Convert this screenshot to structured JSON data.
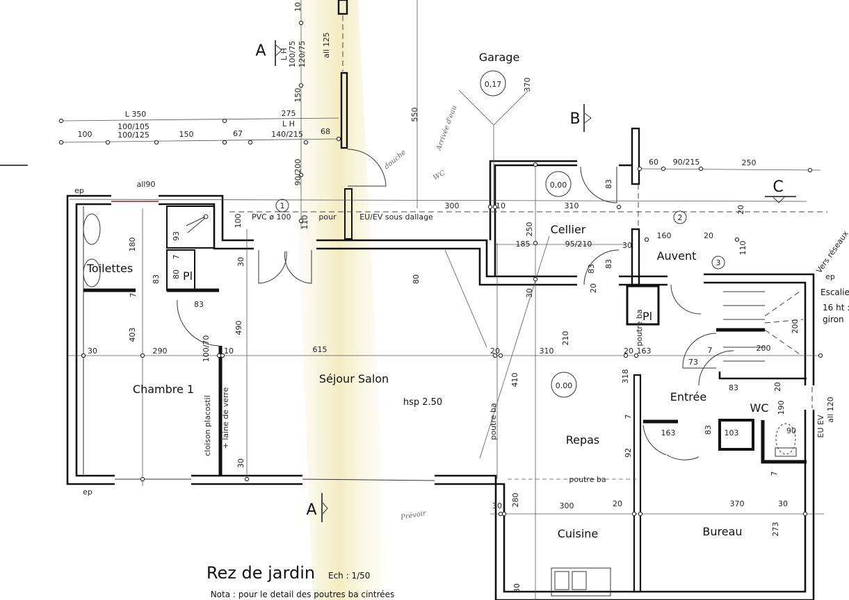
{
  "title": "Rez de jardin",
  "scale": "Ech : 1/50",
  "note": "Nota : pour le detail des poutres ba cintrées",
  "rooms": [
    {
      "name": "Garage",
      "level": "0,17"
    },
    {
      "name": "Cellier",
      "level": "0,00"
    },
    {
      "name": "Auvent"
    },
    {
      "name": "Toilettes"
    },
    {
      "name": "Chambre 1"
    },
    {
      "name": "Séjour Salon",
      "ceiling": "hsp 2.50"
    },
    {
      "name": "Repas",
      "level": "0.00"
    },
    {
      "name": "Entrée"
    },
    {
      "name": "WC"
    },
    {
      "name": "Cuisine"
    },
    {
      "name": "Bureau"
    }
  ],
  "placards": [
    "Pl",
    "Pl"
  ],
  "sections": [
    "A",
    "B",
    "C",
    "A"
  ],
  "markers": [
    "1",
    "2",
    "3"
  ],
  "staircase": [
    "Escalier",
    "16 ht :",
    "giron"
  ],
  "network_note": "Vers réseaux",
  "handwritten": [
    "douche",
    "Arrivée d'eau",
    "WC",
    "Prévoir"
  ],
  "dims": [
    "10",
    "all 125",
    "150",
    "L 350",
    "275",
    "100/105",
    "100/125",
    "100",
    "150",
    "67",
    "L    H",
    "140/215",
    "68",
    "90/200",
    "550",
    "370",
    "all90",
    "ep",
    "100",
    "PVC ø 100",
    "110",
    "pour",
    "EU/EV sous dallage",
    "300",
    "10",
    "310",
    "60",
    "90/215",
    "250",
    "20",
    "250",
    "185",
    "95/210",
    "30",
    "160",
    "20",
    "110",
    "83",
    "83",
    "180",
    "93",
    "7",
    "80",
    "30",
    "80",
    "83",
    "83",
    "7",
    "403",
    "490",
    "30",
    "290",
    "100/70",
    "10",
    "615",
    "20",
    "310",
    "20",
    "163",
    "7",
    "73",
    "200",
    "200",
    "30",
    "20",
    "83",
    "210",
    "410",
    "318",
    "20",
    "190",
    "83",
    "7",
    "163",
    "83",
    "103",
    "90",
    "92",
    "7",
    "280",
    "30",
    "300",
    "20",
    "370",
    "30",
    "273",
    "30",
    "30",
    "EU EV",
    "all 120",
    "poutre ba",
    "poutre ba",
    "poutre ba",
    "cloison placostil",
    "+ laine de verre",
    "L  H",
    "100/75",
    "120/75",
    "ep",
    "ep"
  ]
}
